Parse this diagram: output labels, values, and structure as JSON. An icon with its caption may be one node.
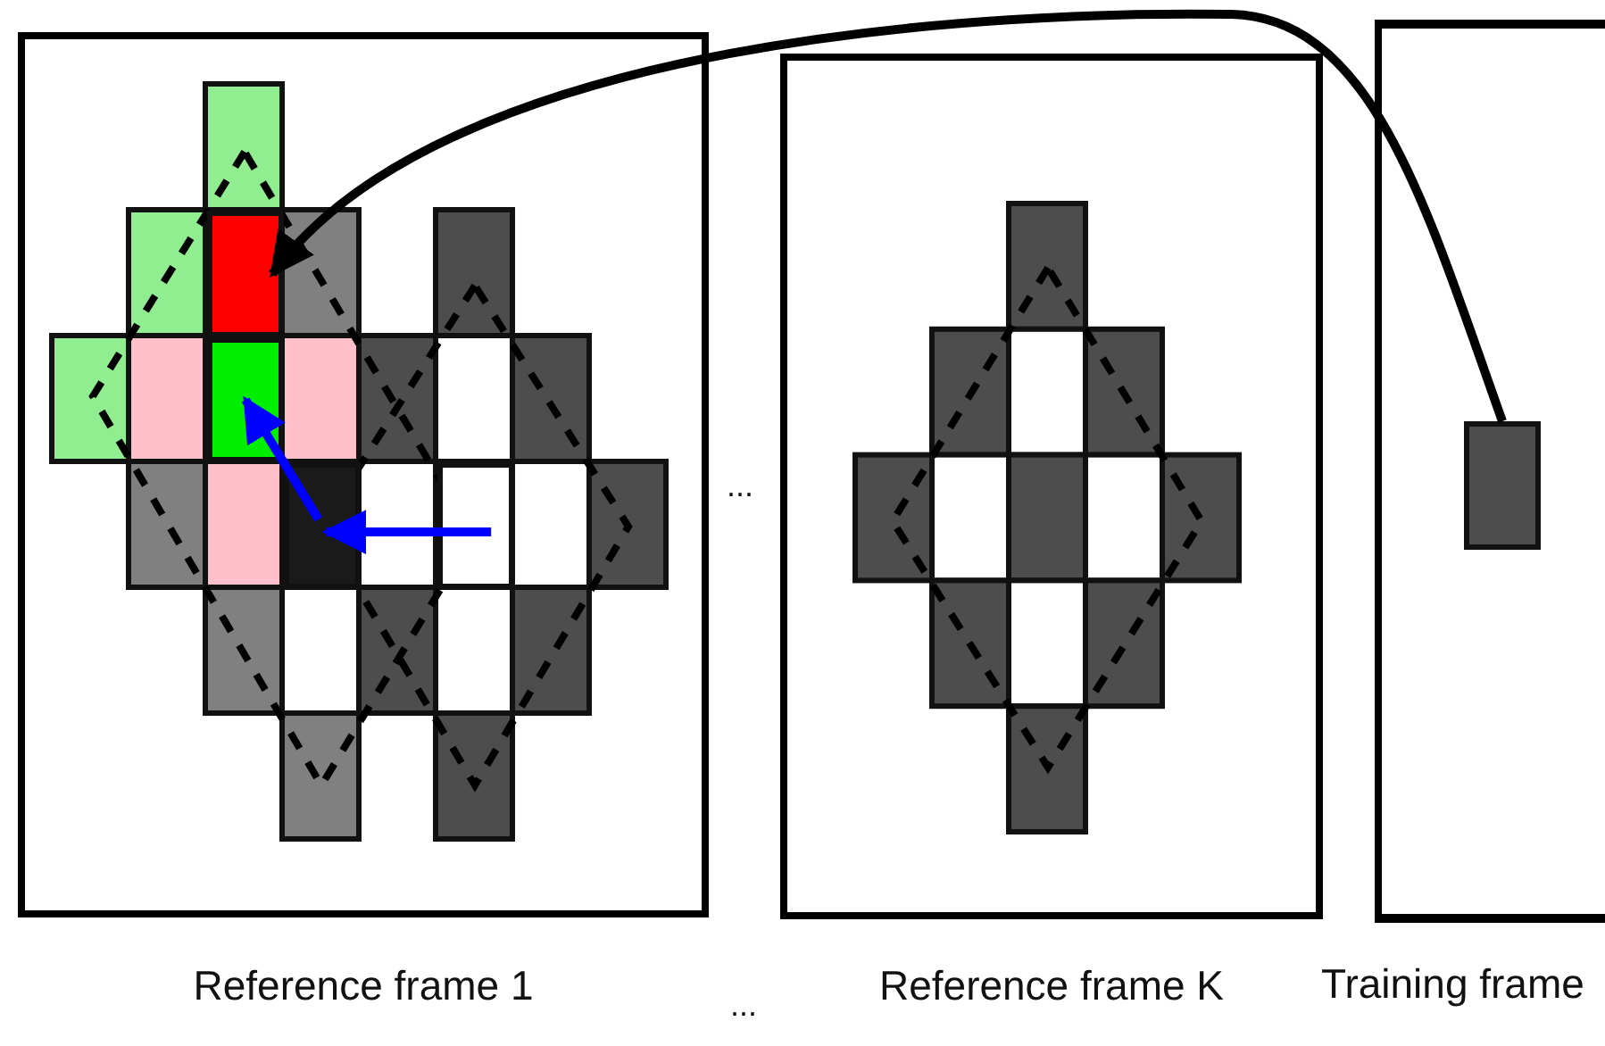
{
  "diagram": {
    "nodes": [
      {
        "text": [
          "Reference frame 1"
        ]
      },
      {
        "text": [],
        "shape": "box",
        "in": 0
      },
      {
        "text": [],
        "shape": "box",
        "in": 0
      },
      {
        "text": [],
        "shape": "box",
        "in": 0
      },
      {
        "text": [],
        "shape": "box",
        "in": 0
      },
      {
        "text": [
          "Reference frame K"
        ]
      },
      {
        "text": [
          "Training frame"
        ]
      },
      {
        "text": [],
        "shape": "box",
        "in": 6
      }
    ],
    "edges": [
      {
        "from": 7,
        "to": 1,
        "arrow": "to",
        "color": "#000000"
      },
      {
        "from": 4,
        "to": 3,
        "arrow": "to",
        "color": "#0000ff"
      },
      {
        "from": 3,
        "to": 2,
        "arrow": "to",
        "color": "#0000ff"
      }
    ],
    "labels": [
      "...",
      "..."
    ]
  }
}
